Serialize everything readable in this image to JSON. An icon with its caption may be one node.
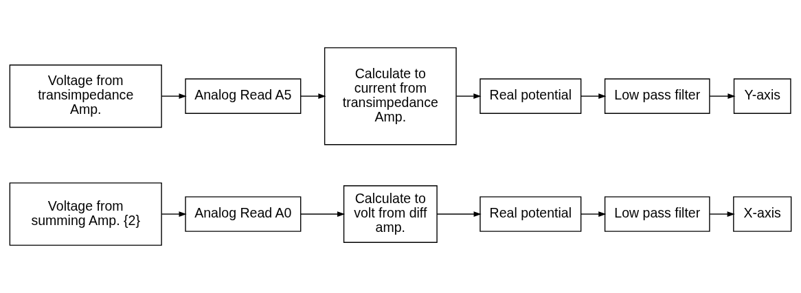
{
  "diagram": {
    "nodes": [
      {
        "text": [
          "Voltage from summing Amp. {2}"
        ]
      },
      {
        "text": [
          "Analog Read A0"
        ]
      },
      {
        "text": [
          "Calculate to volt from diff amp."
        ]
      },
      {
        "text": [
          "Real potential"
        ]
      },
      {
        "text": [
          "Low pass filter"
        ]
      },
      {
        "text": [
          "X-axis"
        ]
      },
      {
        "text": [
          "Voltage from transimpedance Amp."
        ]
      },
      {
        "text": [
          "Analog Read A5"
        ]
      },
      {
        "text": [
          "Calculate to current from transimpedance Amp."
        ]
      },
      {
        "text": [
          "Real potential"
        ]
      },
      {
        "text": [
          "Low pass filter"
        ]
      },
      {
        "text": [
          "Y-axis"
        ]
      }
    ],
    "edges": [
      {
        "from": 0,
        "to": 1,
        "arrow": "to"
      },
      {
        "from": 1,
        "to": 2,
        "arrow": "to"
      },
      {
        "from": 2,
        "to": 3,
        "arrow": "to"
      },
      {
        "from": 3,
        "to": 4,
        "arrow": "to"
      },
      {
        "from": 4,
        "to": 5,
        "arrow": "to"
      },
      {
        "from": 6,
        "to": 7,
        "arrow": "to"
      },
      {
        "from": 7,
        "to": 8,
        "arrow": "to"
      },
      {
        "from": 8,
        "to": 9,
        "arrow": "to"
      },
      {
        "from": 9,
        "to": 10,
        "arrow": "to"
      },
      {
        "from": 10,
        "to": 11,
        "arrow": "to"
      }
    ]
  }
}
